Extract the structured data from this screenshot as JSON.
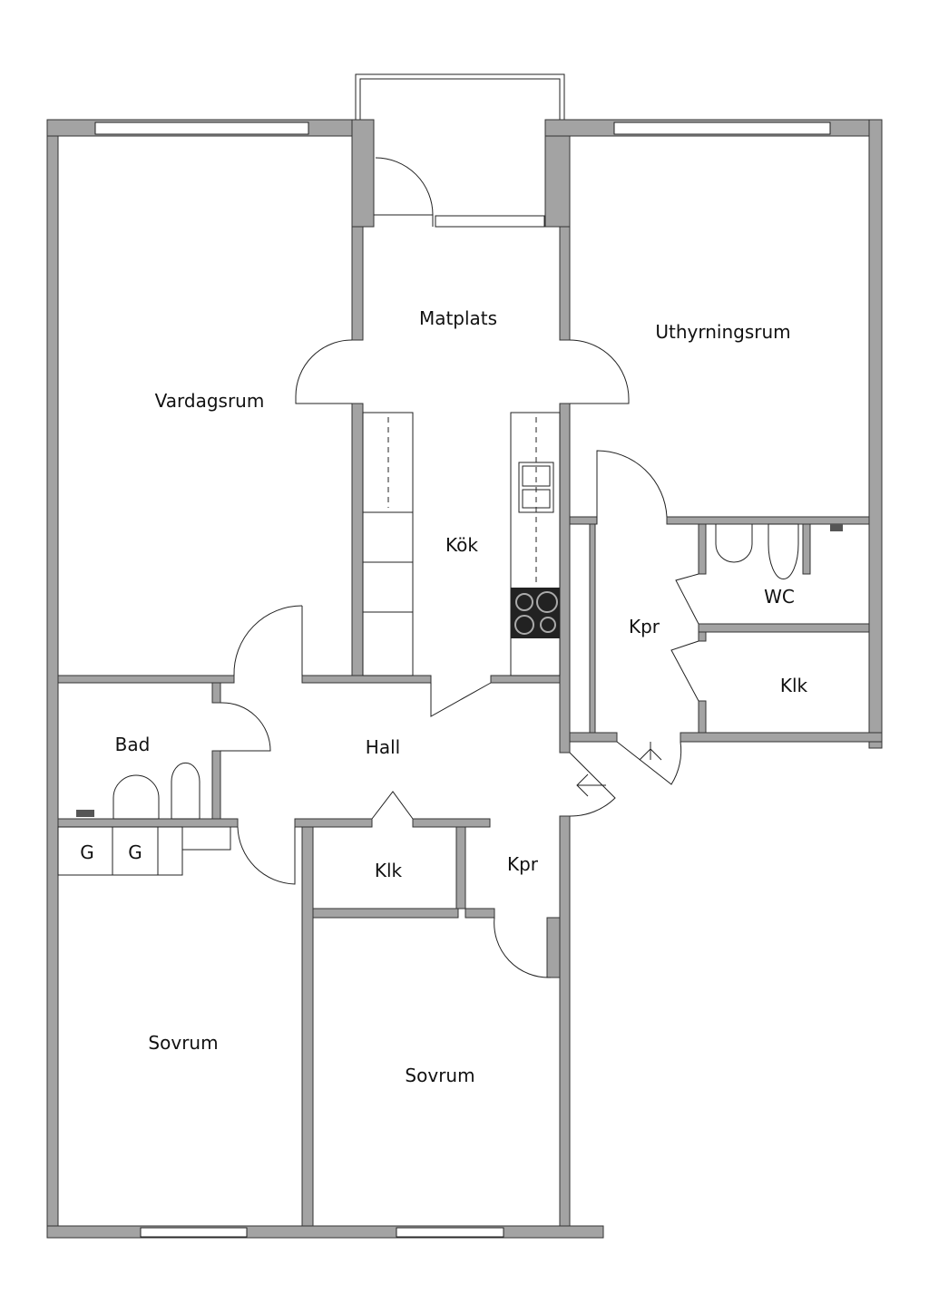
{
  "rooms": {
    "matplats": "Matplats",
    "vardagsrum": "Vardagsrum",
    "uthyrningsrum": "Uthyrningsrum",
    "kok": "Kök",
    "kpr_upper": "Kpr",
    "wc": "WC",
    "klk_right": "Klk",
    "bad": "Bad",
    "hall": "Hall",
    "klk_center": "Klk",
    "kpr_lower": "Kpr",
    "sovrum_left": "Sovrum",
    "sovrum_right": "Sovrum"
  },
  "fixtures": {
    "g1": "G",
    "g2": "G"
  },
  "colors": {
    "wall": "#a3a3a3",
    "line": "#222222"
  }
}
